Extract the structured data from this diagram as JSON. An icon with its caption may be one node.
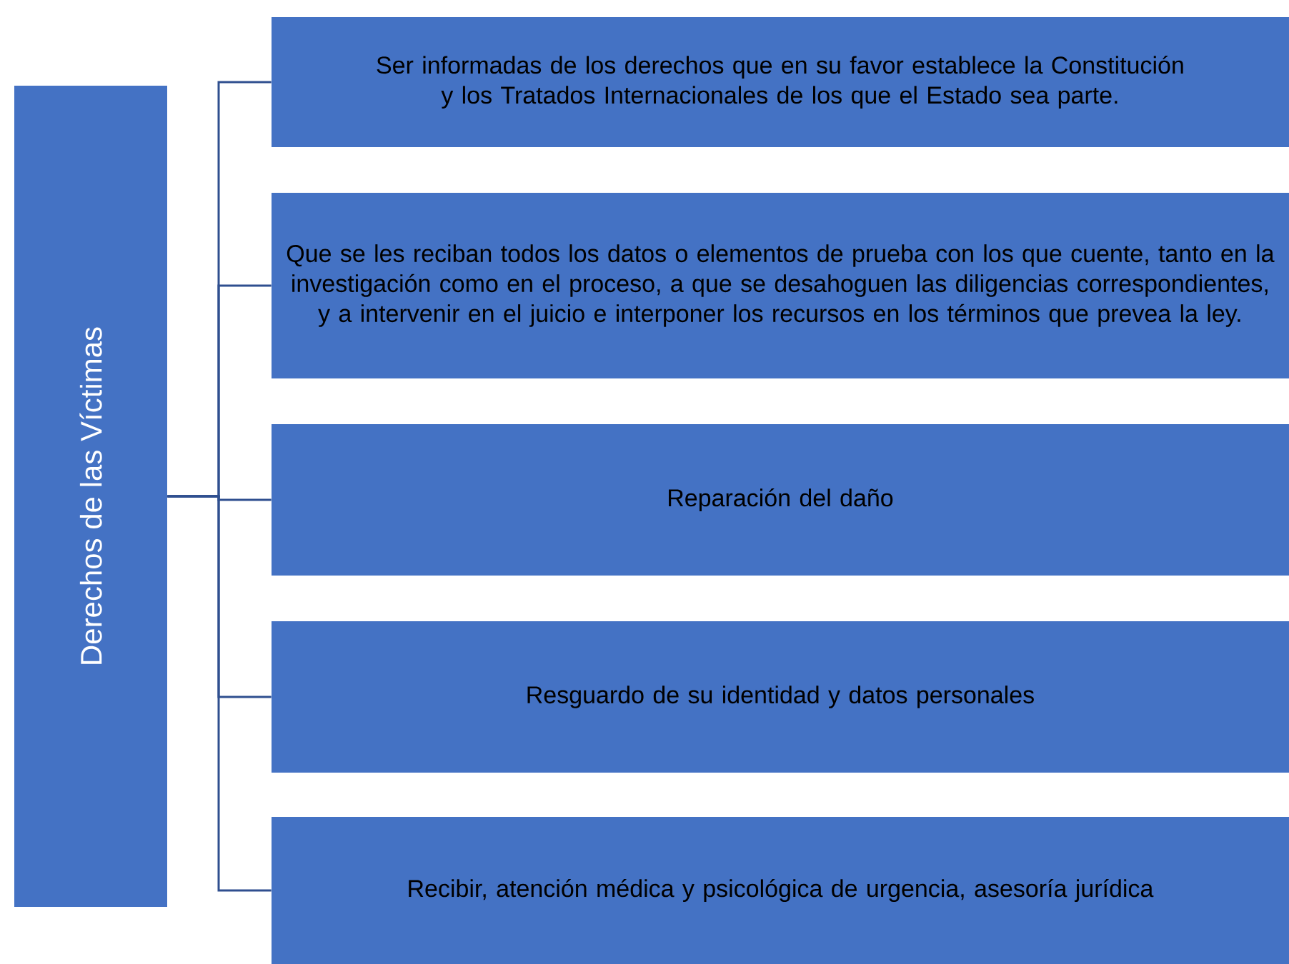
{
  "diagram": {
    "nodes": [
      {
        "text": [
          "Derechos de las Víctimas"
        ]
      },
      {
        "text": [
          "Ser informadas de los derechos que en su favor establece la Constitución y los Tratados Internacionales de los que el Estado sea parte."
        ]
      },
      {
        "text": [
          "Que se les reciban todos los datos o elementos de prueba con los que cuente, tanto en la investigación como en el proceso, a que se desahoguen las diligencias correspondientes, y a intervenir en el juicio e interponer los recursos en los términos que prevea la ley."
        ]
      },
      {
        "text": [
          "Reparación del daño"
        ]
      },
      {
        "text": [
          "Resguardo de su identidad y datos personales"
        ]
      },
      {
        "text": [
          "Recibir, atención médica y psicológica de urgencia, asesoría jurídica"
        ]
      }
    ],
    "edges": [
      {
        "from": 0,
        "to": 1,
        "arrow": "none"
      },
      {
        "from": 0,
        "to": 2,
        "arrow": "none"
      },
      {
        "from": 0,
        "to": 3,
        "arrow": "none"
      },
      {
        "from": 0,
        "to": 4,
        "arrow": "none"
      },
      {
        "from": 0,
        "to": 5,
        "arrow": "none"
      }
    ]
  }
}
